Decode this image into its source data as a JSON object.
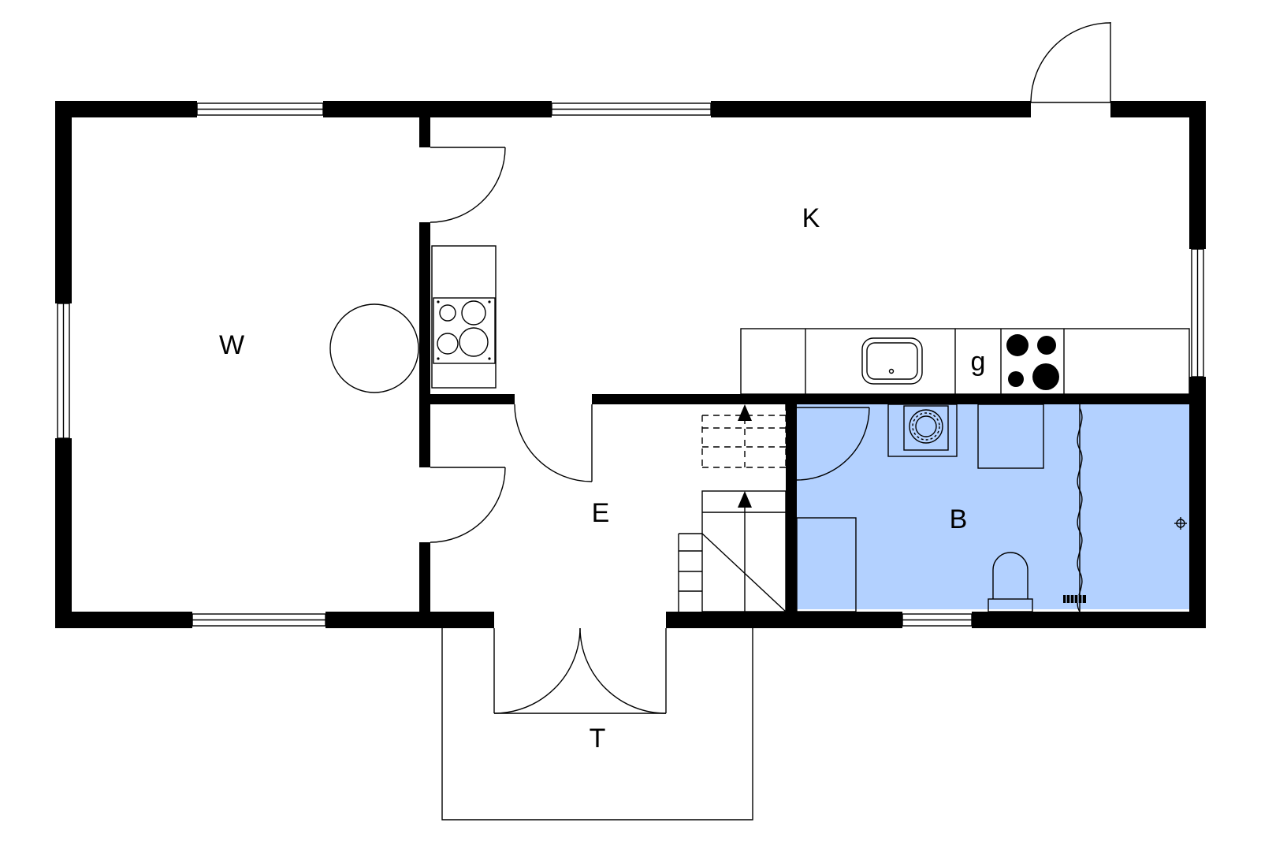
{
  "rooms": {
    "living": "W",
    "kitchen": "K",
    "entrance": "E",
    "bathroom": "B",
    "terrace": "T"
  },
  "kitchen_appliance_label": "g",
  "colors": {
    "wall": "#000000",
    "bathroom_fill": "#b3d1ff",
    "background": "#ffffff"
  },
  "icons": {
    "stove": "stove-icon",
    "sink": "sink-icon",
    "toilet": "toilet-icon",
    "washbasin": "washbasin-icon",
    "stairs": "stairs-icon",
    "shower_curtain": "shower-curtain-icon"
  }
}
